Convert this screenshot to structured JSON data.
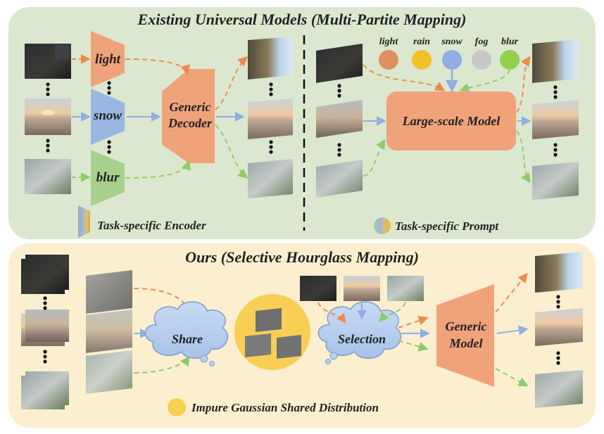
{
  "top_panel": {
    "title": "Existing Universal Models (Multi-Partite Mapping)",
    "left": {
      "encoders": [
        "light",
        "snow",
        "blur"
      ],
      "decoder": [
        "Generic",
        "Decoder"
      ],
      "legend": "Task-specific Encoder"
    },
    "right": {
      "prompts": [
        "light",
        "rain",
        "snow",
        "fog",
        "blur"
      ],
      "model": "Large-scale Model",
      "legend": "Task-specific Prompt"
    }
  },
  "bottom_panel": {
    "title": "Ours (Selective Hourglass Mapping)",
    "share": "Share",
    "selection": "Selection",
    "model": [
      "Generic",
      "Model"
    ],
    "legend": "Impure Gaussian Shared Distribution"
  },
  "colors": {
    "top_bg": "#dbe8cf",
    "bottom_bg": "#fcefcf",
    "orange": "#f0a27a",
    "blue": "#9ab7e3",
    "green": "#a8d08d",
    "arrow_orange": "#ec8a4f",
    "arrow_blue": "#8fb0e0",
    "arrow_green": "#8fcb6a",
    "yellow": "#f7cf55",
    "cloud": "#b9cff0",
    "prompt_dots": [
      "#e0905c",
      "#f5bf2a",
      "#92aee0",
      "#c8c8c8",
      "#92d050"
    ]
  }
}
